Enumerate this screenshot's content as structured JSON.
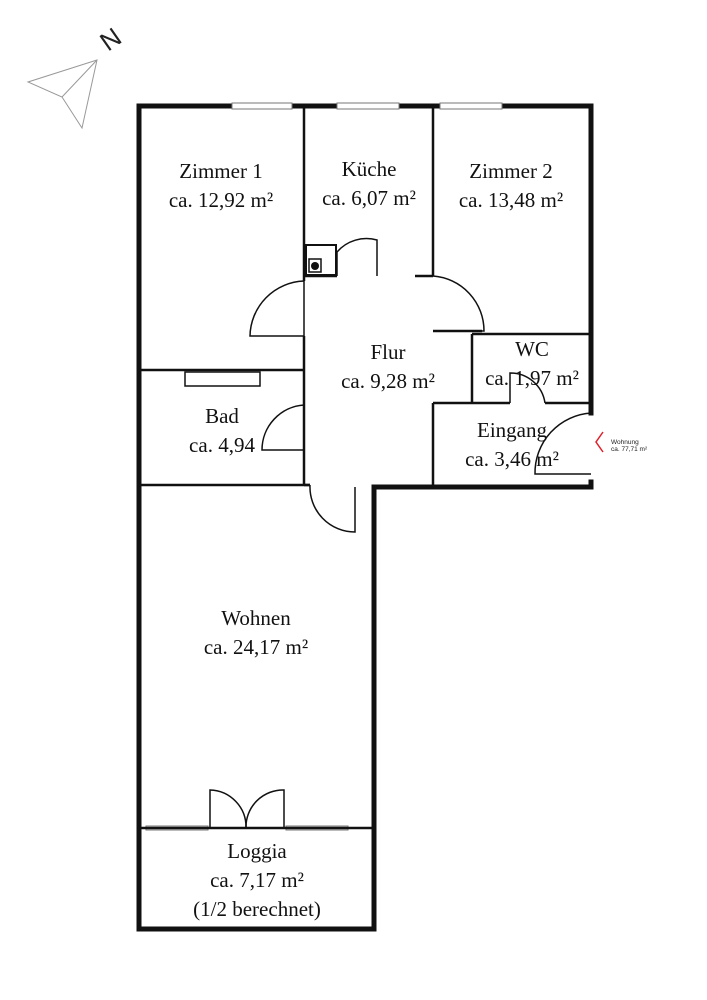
{
  "compass": {
    "letter": "N"
  },
  "apartment": {
    "label_line1": "Wohnung",
    "label_line2": "ca. 77,71 m²",
    "marker_color": "#e0202a"
  },
  "rooms": {
    "zimmer1": {
      "name": "Zimmer 1",
      "area": "ca. 12,92 m²"
    },
    "kueche": {
      "name": "Küche",
      "area": "ca. 6,07 m²"
    },
    "zimmer2": {
      "name": "Zimmer 2",
      "area": "ca. 13,48 m²"
    },
    "flur": {
      "name": "Flur",
      "area": "ca. 9,28 m²"
    },
    "wc": {
      "name": "WC",
      "area": "ca. 1,97 m²"
    },
    "bad": {
      "name": "Bad",
      "area": "ca. 4,94"
    },
    "eingang": {
      "name": "Eingang",
      "area": "ca. 3,46 m²"
    },
    "wohnen": {
      "name": "Wohnen",
      "area": "ca. 24,17 m²"
    },
    "loggia": {
      "name": "Loggia",
      "area": "ca. 7,17 m²",
      "note": "(1/2 berechnet)"
    }
  }
}
